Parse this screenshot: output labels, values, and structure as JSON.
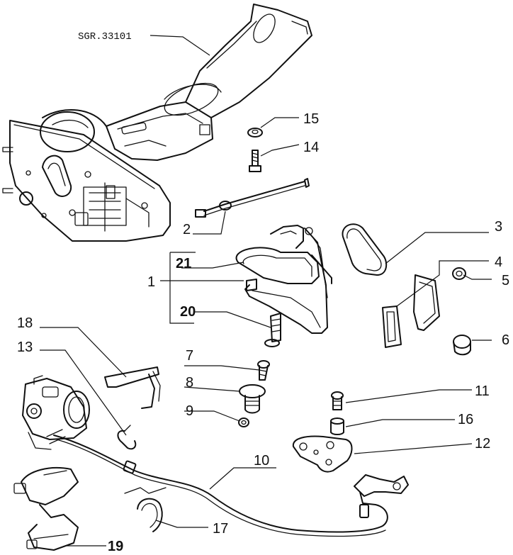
{
  "reference_code": "SGR.33101",
  "labels": {
    "p1": "1",
    "p2": "2",
    "p3": "3",
    "p4": "4",
    "p5": "5",
    "p6": "6",
    "p7": "7",
    "p8": "8",
    "p9": "9",
    "p10": "10",
    "p11": "11",
    "p12": "12",
    "p13": "13",
    "p14": "14",
    "p15": "15",
    "p16": "16",
    "p17": "17",
    "p18": "18",
    "p19": "19",
    "p20": "20",
    "p21": "21"
  }
}
